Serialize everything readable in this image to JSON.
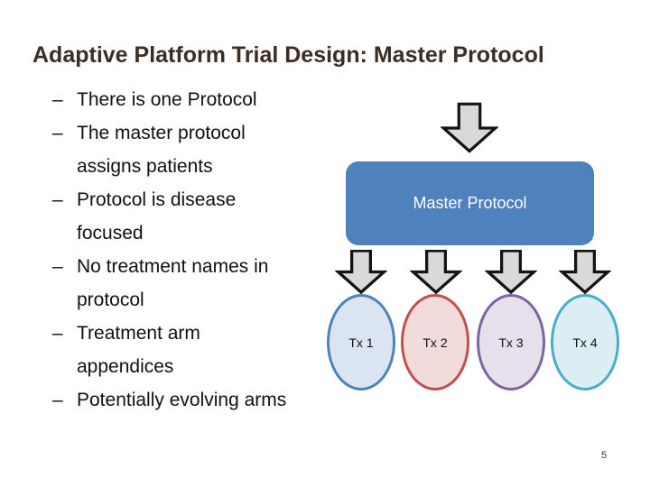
{
  "slide": {
    "title": "Adaptive Platform Trial Design: Master Protocol",
    "title_color": "#3c2e22",
    "page_number": "5"
  },
  "list": {
    "dash": "–",
    "items": [
      "There is one Protocol",
      "The master protocol assigns patients",
      "Protocol is disease focused",
      "No treatment names in protocol",
      "Treatment arm appendices",
      "Potentially evolving arms"
    ]
  },
  "diagram": {
    "box_label": "Master Protocol",
    "box_color": "#4f81bd",
    "box_text_color": "#ffffff",
    "arrow_fill": "#d9d9d9",
    "arrow_stroke": "#141414",
    "arms": [
      {
        "label": "Tx 1",
        "fill": "#dbe5f1",
        "stroke": "#4f81bd"
      },
      {
        "label": "Tx 2",
        "fill": "#f2dcdb",
        "stroke": "#c0504d"
      },
      {
        "label": "Tx 3",
        "fill": "#e6e0ec",
        "stroke": "#8064a2"
      },
      {
        "label": "Tx 4",
        "fill": "#daeef3",
        "stroke": "#4bacc6"
      }
    ]
  }
}
